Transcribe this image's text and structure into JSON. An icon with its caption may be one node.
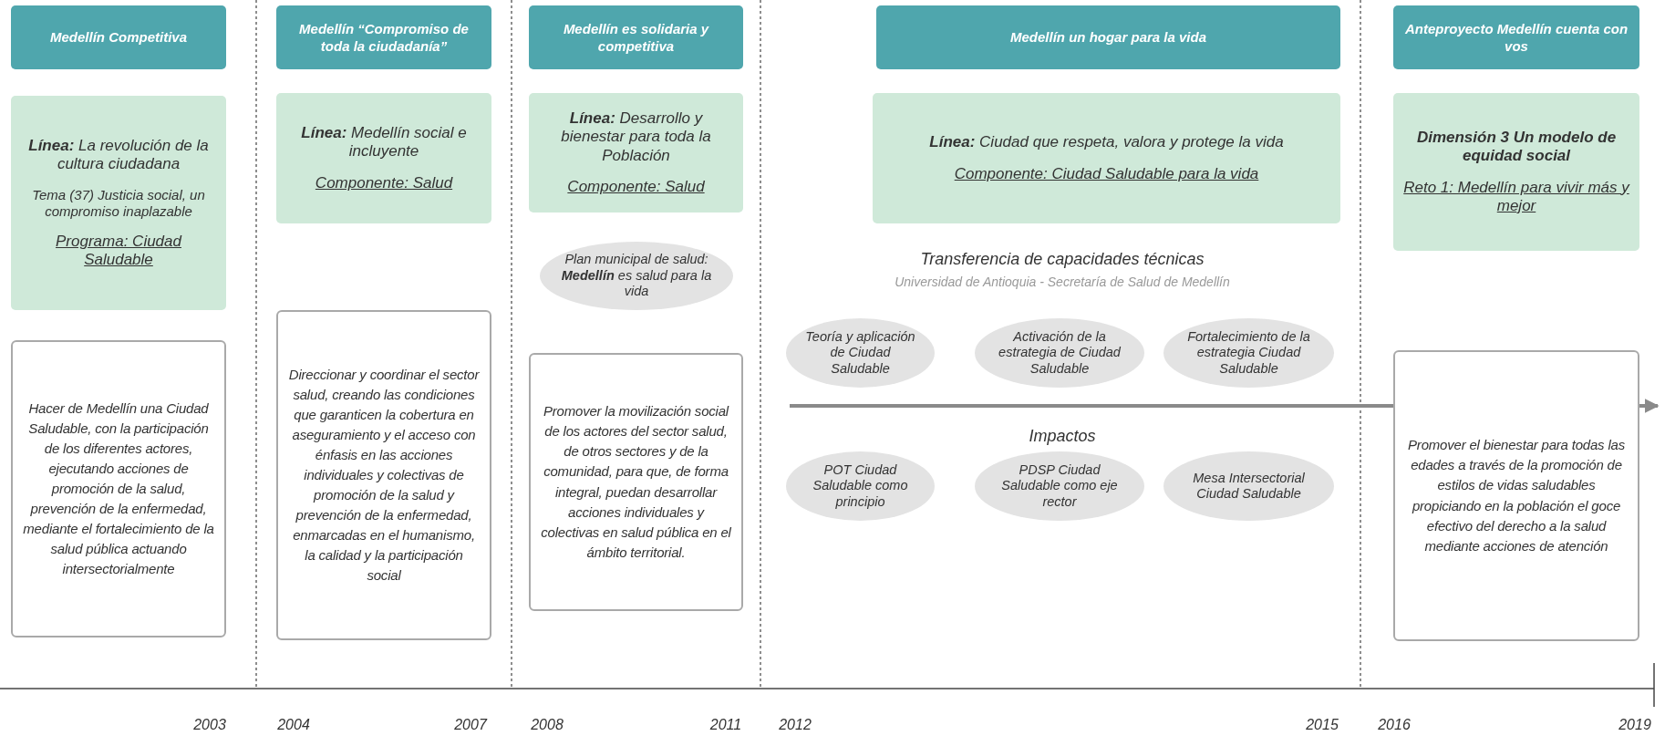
{
  "diagram": {
    "nodes": [
      {
        "text": [
          "Medellín Competitiva"
        ]
      },
      {
        "text": [
          "Medellín “Compromiso de toda la ciudadanía”"
        ]
      },
      {
        "text": [
          "Medellín es solidaria y competitiva"
        ]
      },
      {
        "text": [
          "Medellín un hogar para la vida"
        ]
      },
      {
        "text": [
          "Anteproyecto Medellín cuenta con vos"
        ]
      },
      {
        "text": [
          "**Línea:** La revolución de la cultura  ciudadana",
          "Tema (37) Justicia social, un compromiso inaplazable",
          "Programa: Ciudad Saludable"
        ]
      },
      {
        "text": [
          "**Línea:** Medellín social e incluyente",
          "Componente: Salud"
        ]
      },
      {
        "text": [
          "**Línea:** Desarrollo y bienestar para toda la Población",
          "Componente: Salud"
        ]
      },
      {
        "text": [
          "**Línea:** Ciudad que respeta, valora y protege la vida",
          "Componente: Ciudad Saludable para la vida"
        ]
      },
      {
        "text": [
          "Dimensión 3 Un modelo de equidad social",
          "Reto 1: Medellín para vivir más y mejor"
        ]
      },
      {
        "text": [
          "Plan municipal de salud: **Medellín** es salud para la vida"
        ]
      },
      {
        "text": [
          "Teoría y aplicación de Ciudad Saludable"
        ]
      },
      {
        "text": [
          "Activación de la estrategia de Ciudad Saludable"
        ]
      },
      {
        "text": [
          "Fortalecimiento de la estrategia Ciudad Saludable"
        ]
      },
      {
        "text": [
          "POT Ciudad Saludable como principio"
        ]
      },
      {
        "text": [
          "PDSP Ciudad Saludable como eje rector"
        ]
      },
      {
        "text": [
          "Mesa Intersectorial Ciudad Saludable"
        ]
      },
      {
        "text": [
          "Hacer de Medellín una Ciudad Saludable, con la participación de los diferentes actores, ejecutando acciones de promoción de la salud, prevención de la enfermedad, mediante el fortalecimiento de la salud pública actuando intersectorialmente"
        ]
      },
      {
        "text": [
          "Direccionar y coordinar el sector salud, creando las condiciones que garanticen la cobertura en aseguramiento y el acceso con énfasis en las acciones individuales y colectivas de promoción de la salud y prevención de la enfermedad, enmarcadas en el humanismo, la calidad y la participación social"
        ]
      },
      {
        "text": [
          "Promover la movilización social de los actores del sector salud, de otros sectores y de la comunidad, para que, de forma integral, puedan desarrollar acciones individuales y colectivas en salud pública en el ámbito territorial."
        ]
      },
      {
        "text": [
          "Promover el bienestar para todas las edades a través de la promoción de estilos de vidas saludables propiciando en la población el goce efectivo del derecho a la salud mediante acciones de atención"
        ]
      }
    ],
    "labels": [
      "Transferencia de capacidades técnicas",
      "Universidad de Antioquia - Secretaría de Salud de Medellín",
      "Impactos",
      "2003",
      "2004",
      "2007",
      "2008",
      "2011",
      "2012",
      "2015",
      "2016",
      "2019"
    ]
  }
}
